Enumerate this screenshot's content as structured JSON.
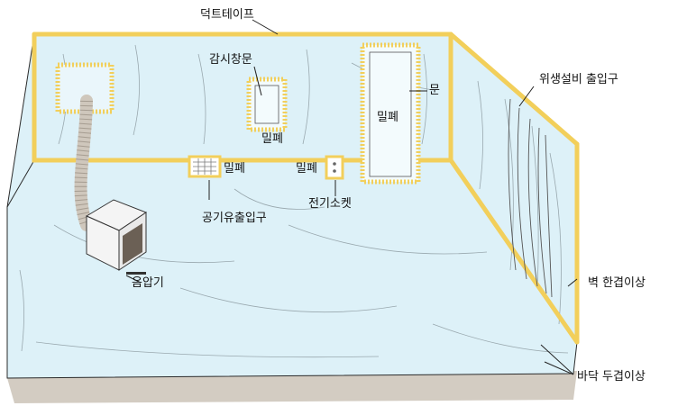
{
  "labels": {
    "duct_tape": "덕트테이프",
    "observation_window": "감시창문",
    "door": "문",
    "sanitary_entrance": "위생설비 출입구",
    "seal_door": "밀폐",
    "seal_window": "밀폐",
    "seal_vent": "밀폐",
    "seal_socket": "밀폐",
    "air_vent": "공기유출입구",
    "electric_socket": "전기소켓",
    "blower": "음압기",
    "wall_layer": "벽 한겹이상",
    "floor_layer": "바닥 두겹이상"
  },
  "colors": {
    "tape": "#F2CF5B",
    "tape_dots": "#C9962E",
    "sheet": "#DDF1F8",
    "floor": "#D3CCC2",
    "outline": "#2B2B2B",
    "blower_body": "#F4F4F4",
    "blower_grille": "#6B6055",
    "duct": "#CFC7BC"
  }
}
